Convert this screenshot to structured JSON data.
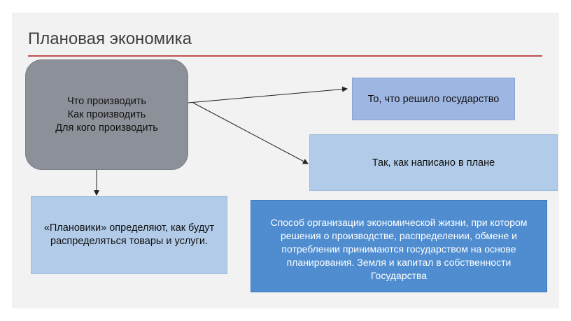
{
  "slide": {
    "title": "Плановая экономика",
    "accent_color": "#c0504d"
  },
  "diagram": {
    "questions": [
      "Что производить",
      "Как производить",
      "Для кого производить"
    ],
    "answer_state": "То, что решило государство",
    "answer_plan": "Так, как написано в плане",
    "planners_text": "«Плановики» определяют, как будут распределяться товары и услуги.",
    "definition_text": "Способ организации экономической жизни, при котором решения о производстве, распределении, обмене и потреблении принимаются государством на основе планирования. Земля и капитал в собственности Государства",
    "colors": {
      "questions_box": "#8c9098",
      "answer_state_box": "#9eb6e2",
      "light_box": "#b1cbe8",
      "definition_box": "#4f8dd0"
    }
  }
}
